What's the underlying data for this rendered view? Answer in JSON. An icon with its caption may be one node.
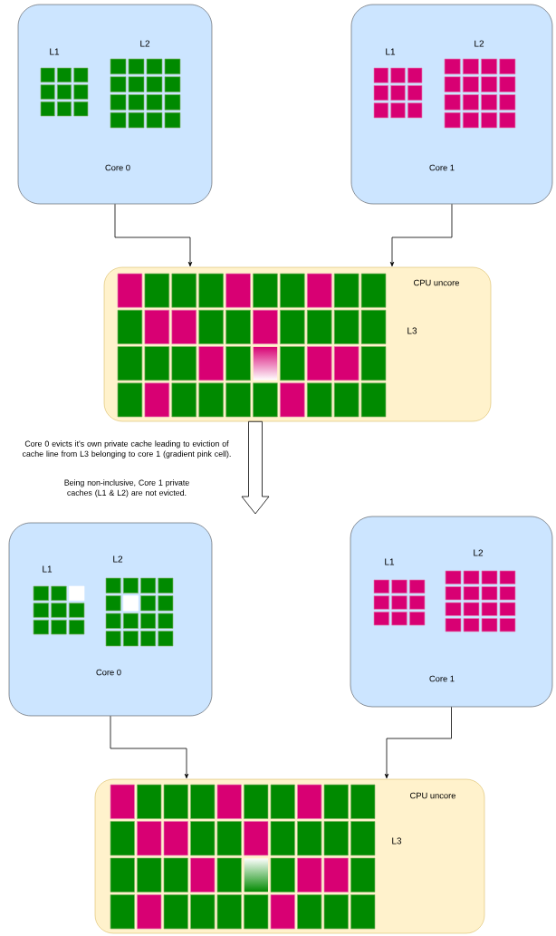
{
  "diagram": {
    "nodes": [
      {
        "text": [
          "Core 0"
        ]
      },
      {
        "text": [
          "L1"
        ],
        "in": 0
      },
      {
        "text": [
          "L2"
        ],
        "in": 0
      },
      {
        "text": [
          "Core 1"
        ]
      },
      {
        "text": [
          "L1"
        ],
        "in": 3
      },
      {
        "text": [
          "L2"
        ],
        "in": 3
      },
      {
        "text": [
          "CPU uncore"
        ]
      },
      {
        "text": [
          "L3"
        ],
        "in": 6
      },
      {
        "text": [
          "Core 0"
        ]
      },
      {
        "text": [
          "L1"
        ],
        "in": 8
      },
      {
        "text": [
          "L2"
        ],
        "in": 8
      },
      {
        "text": [
          "Core 1"
        ]
      },
      {
        "text": [
          "L1"
        ],
        "in": 11
      },
      {
        "text": [
          "L2"
        ],
        "in": 11
      },
      {
        "text": [
          "CPU uncore"
        ]
      },
      {
        "text": [
          "L3"
        ],
        "in": 14
      }
    ],
    "edges": [
      {
        "from": 0,
        "to": 6,
        "arrow": "to"
      },
      {
        "from": 3,
        "to": 6,
        "arrow": "to"
      },
      {
        "from": 6,
        "to": null,
        "arrow": "to",
        "style": "thick"
      },
      {
        "from": 8,
        "to": 14,
        "arrow": "to"
      },
      {
        "from": 11,
        "to": 14,
        "arrow": "to"
      }
    ],
    "labels": [
      "Core 0 evicts it's own private cache leading to eviction of cache line from L3 belonging to core 1 (gradient pink cell).",
      "Being non-inclusive, Core 1 private caches (L1 & L2) are not evicted."
    ]
  }
}
